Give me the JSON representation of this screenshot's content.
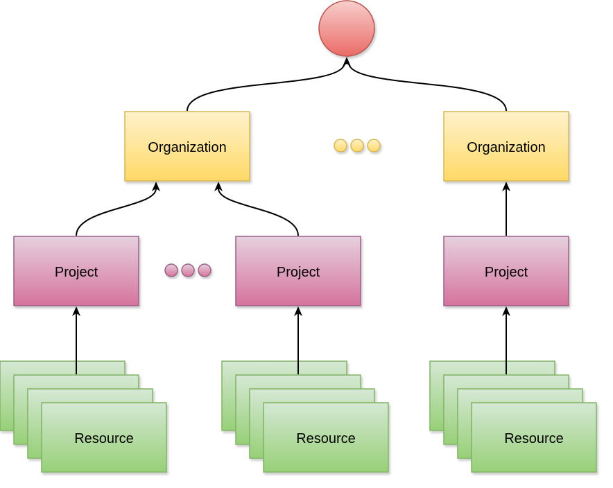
{
  "colors": {
    "root_fill_top": "#f8cecc",
    "root_fill_bottom": "#ea6b66",
    "root_stroke": "#b85450",
    "org_fill_top": "#fff2cc",
    "org_fill_bottom": "#ffd966",
    "org_stroke": "#d6b656",
    "project_fill_top": "#e6d0de",
    "project_fill_bottom": "#d5739d",
    "project_stroke": "#996185",
    "resource_fill_top": "#d5e8d4",
    "resource_fill_bottom": "#97d077",
    "resource_stroke": "#82b366",
    "edge": "#000000"
  },
  "nodes": {
    "organizations": [
      {
        "label": "Organization"
      },
      {
        "label": "Organization"
      }
    ],
    "projects": [
      {
        "label": "Project"
      },
      {
        "label": "Project"
      },
      {
        "label": "Project"
      }
    ],
    "resource_stacks": [
      {
        "label": "Resource"
      },
      {
        "label": "Resource"
      },
      {
        "label": "Resource"
      }
    ]
  }
}
